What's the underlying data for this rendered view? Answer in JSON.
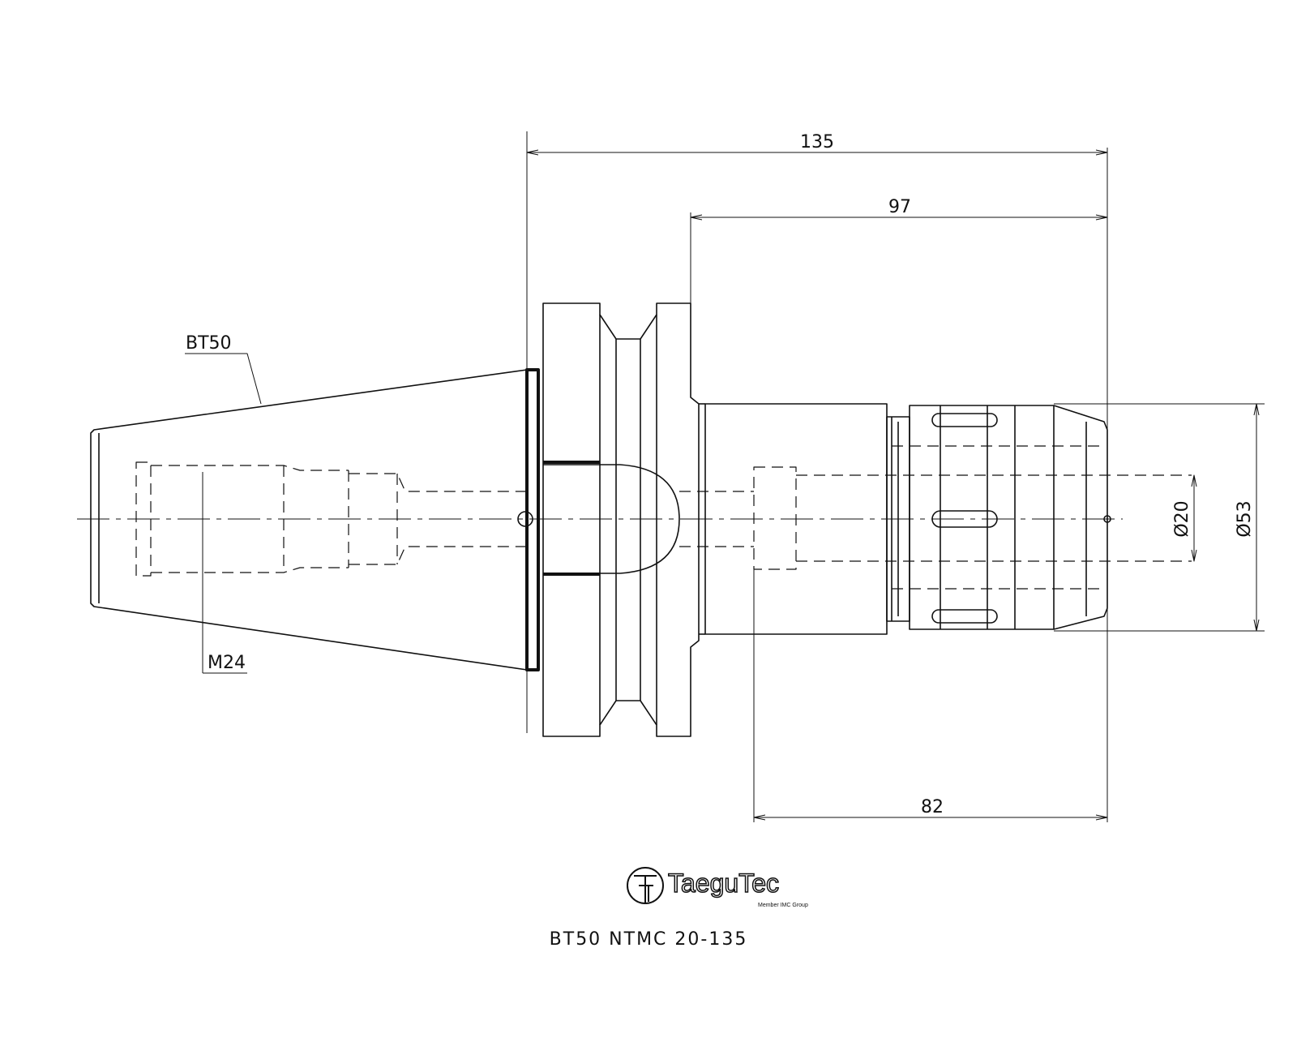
{
  "dimensions": {
    "overall_length": "135",
    "shank_length": "97",
    "gauge_length": "82",
    "bore_diameter": "Ø20",
    "nose_diameter": "Ø53"
  },
  "labels": {
    "taper": "BT50",
    "thread": "M24"
  },
  "brand": {
    "name": "TaeguTec",
    "tagline": "Member IMC Group"
  },
  "caption": "BT50 NTMC 20-135",
  "colors": {
    "line": "#111111",
    "background": "#ffffff"
  }
}
